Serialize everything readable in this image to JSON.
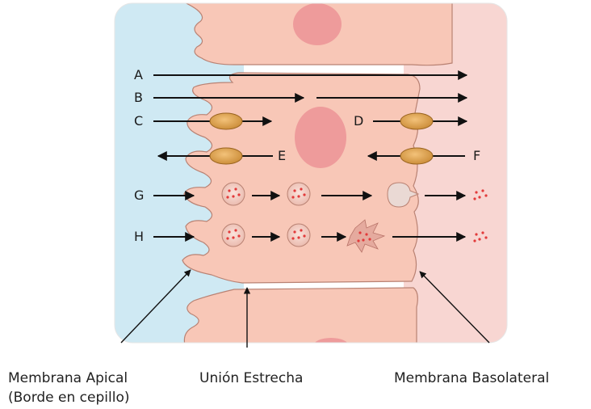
{
  "colors": {
    "lumen": "#cfe9f3",
    "interstitium": "#f8d6d2",
    "cell": "#f8c7b7",
    "cell_edge": "#b98273",
    "nucleus": "#ee9b9b",
    "transporter": "#e0a14a",
    "arrow": "#111111",
    "dot": "#e23a3a"
  },
  "pathways": {
    "A": "A",
    "B": "B",
    "C": "C",
    "D": "D",
    "E": "E",
    "F": "F",
    "G": "G",
    "H": "H"
  },
  "labels": {
    "apical_line1": "Membrana Apical",
    "apical_line2": "(Borde en cepillo)",
    "tight_junction": "Unión Estrecha",
    "basolateral": "Membrana Basolateral"
  }
}
